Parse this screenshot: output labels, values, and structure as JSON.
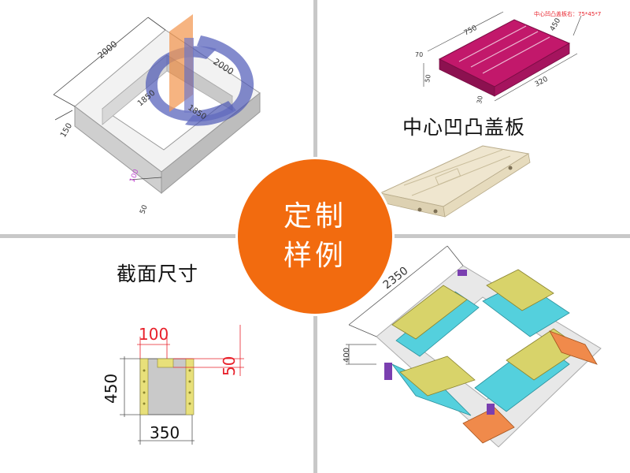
{
  "badge": {
    "line1": "定制",
    "line2": "样例"
  },
  "top_left": {
    "dims": {
      "length": "2000",
      "inner_width": "1850",
      "inner_width2": "1850",
      "width": "2000",
      "height": "150",
      "thickness": "100",
      "small": "50"
    }
  },
  "top_right": {
    "caption": "中心凹凸盖板",
    "drawing_title": "中心凹凸盖板右：75*45*7",
    "dims": {
      "length": "750",
      "width": "450",
      "height": "70",
      "inner": "320",
      "small1": "50",
      "small2": "30"
    }
  },
  "bottom_left": {
    "caption": "截面尺寸",
    "dims": {
      "top_width": "100",
      "notch": "50",
      "height": "450",
      "width": "350"
    }
  },
  "bottom_right": {
    "dims": {
      "length": "2350",
      "height": "400"
    }
  },
  "colors": {
    "badge": "#f26b0f",
    "dimension_red": "#e8202a",
    "panel_magenta": "#c2186b",
    "module_yellow": "#d8d36a",
    "module_cyan": "#54d0dd",
    "module_orange": "#f08a4b",
    "module_purple": "#7a3fb0",
    "frame_gray": "#d9d9d9",
    "tray_beige": "#efe6cf"
  }
}
